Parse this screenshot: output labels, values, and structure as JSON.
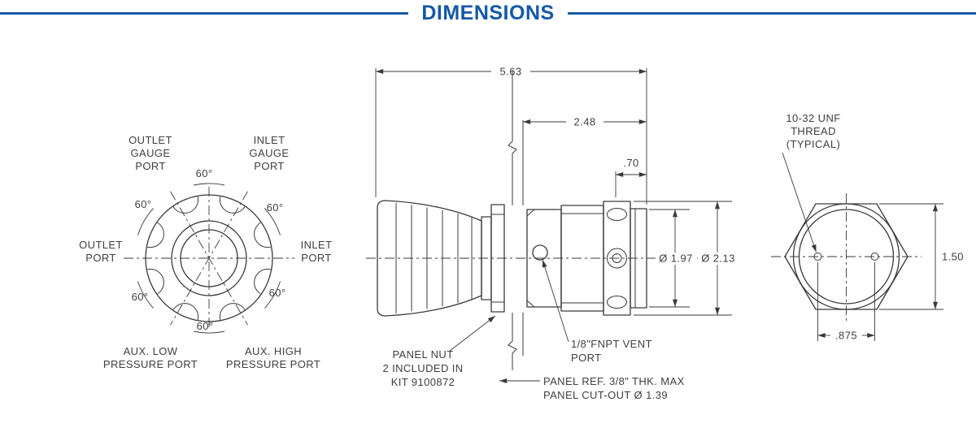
{
  "header": {
    "title": "DIMENSIONS",
    "accent_color": "#1558a7",
    "line_color": "#3a3a3a"
  },
  "front_view": {
    "angle": "60°",
    "labels": {
      "outlet_gauge": [
        "OUTLET",
        "GAUGE",
        "PORT"
      ],
      "inlet_gauge": [
        "INLET",
        "GAUGE",
        "PORT"
      ],
      "outlet": [
        "OUTLET",
        "PORT"
      ],
      "inlet": [
        "INLET",
        "PORT"
      ],
      "aux_low": [
        "AUX. LOW",
        "PRESSURE PORT"
      ],
      "aux_high": [
        "AUX. HIGH",
        "PRESSURE PORT"
      ]
    }
  },
  "side_view": {
    "dims": {
      "overall": "5.63",
      "behind_panel": "2.48",
      "port_offset": ".70",
      "dia_body": "Ø 1.97",
      "dia_max": "Ø 2.13"
    },
    "notes": {
      "panel_nut": [
        "PANEL NUT",
        "2 INCLUDED IN",
        "KIT 9100872"
      ],
      "vent": [
        "1/8\"FNPT VENT",
        "PORT"
      ],
      "panel_ref": [
        "PANEL REF. 3/8\" THK. MAX",
        "PANEL CUT-OUT Ø 1.39"
      ]
    }
  },
  "end_view": {
    "thread_note": [
      "10-32 UNF",
      "THREAD",
      "(TYPICAL)"
    ],
    "dims": {
      "height": "1.50",
      "hole_spacing": ".875"
    }
  }
}
